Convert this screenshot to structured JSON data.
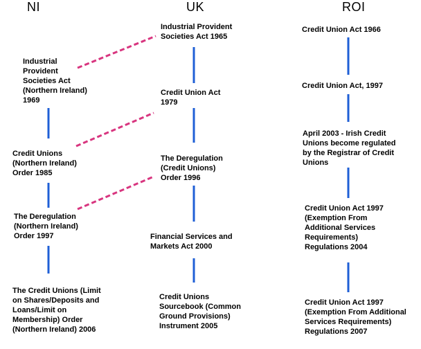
{
  "columns": {
    "ni": {
      "title": "NI",
      "nodes": [
        "Industrial\nProvident\nSocieties Act\n(Northern Ireland)\n1969",
        "Credit Unions\n(Northern Ireland)\nOrder 1985",
        "The Deregulation\n(Northern Ireland)\nOrder 1997",
        "The Credit Unions (Limit\non Shares/Deposits and\nLoans/Limit on\nMembership) Order\n(Northern Ireland) 2006"
      ]
    },
    "uk": {
      "title": "UK",
      "nodes": [
        "Industrial Provident\nSocieties Act 1965",
        "Credit Union Act\n1979",
        "The Deregulation\n(Credit Unions)\nOrder 1996",
        "Financial Services and\nMarkets Act 2000",
        "Credit Unions\nSourcebook (Common\nGround Provisions)\nInstrument 2005"
      ]
    },
    "roi": {
      "title": "ROI",
      "nodes": [
        "Credit Union Act 1966",
        "Credit Union Act, 1997",
        "April 2003 - Irish Credit\nUnions become regulated\nby the Registrar of Credit\nUnions",
        "Credit Union Act 1997\n(Exemption From\nAdditional Services\nRequirements)\nRegulations 2004",
        "Credit Union Act 1997\n(Exemption From Additional\nServices Requirements)\nRegulations 2007"
      ]
    }
  },
  "colors": {
    "timeline": "#1f5fd6",
    "link": "#d8357f"
  }
}
